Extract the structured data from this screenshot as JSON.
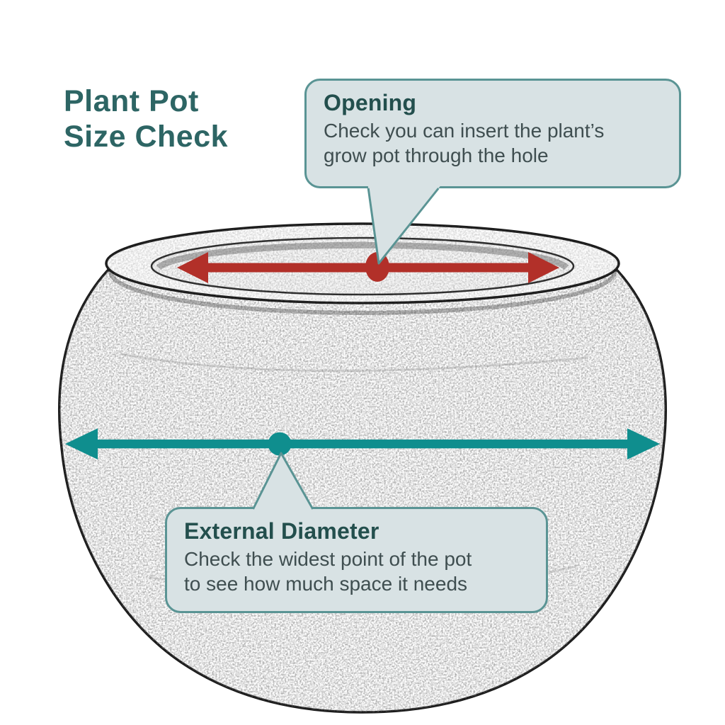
{
  "title": {
    "line1": "Plant Pot",
    "line2": "Size Check"
  },
  "callouts": {
    "opening": {
      "heading": "Opening",
      "line1": "Check you can insert the plant’s",
      "line2": "grow pot through the hole"
    },
    "external": {
      "heading": "External Diameter",
      "line1": "Check the widest point of the pot",
      "line2": "to see how much space it needs"
    }
  },
  "colors": {
    "title_text": "#2d6564",
    "callout_heading": "#234f4d",
    "callout_body_text": "#3f4e50",
    "callout_bg": "#d8e2e4",
    "callout_border": "#5a9494",
    "opening_arrow": "#b23029",
    "diameter_arrow": "#0f8e8e",
    "pot_outline": "#1b1b1b"
  }
}
